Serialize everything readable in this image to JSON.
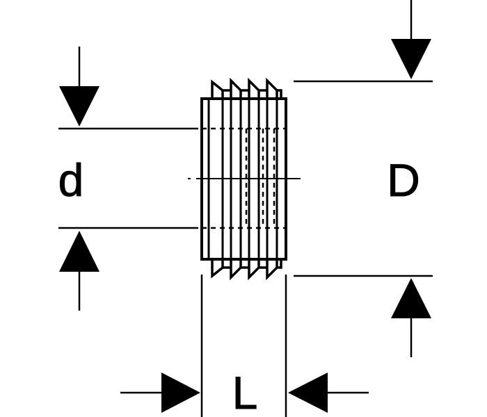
{
  "diagram": {
    "labels": {
      "inner_diameter": "d",
      "outer_diameter": "D",
      "length": "L"
    },
    "colors": {
      "stroke": "#000000",
      "background": "#ffffff"
    }
  }
}
